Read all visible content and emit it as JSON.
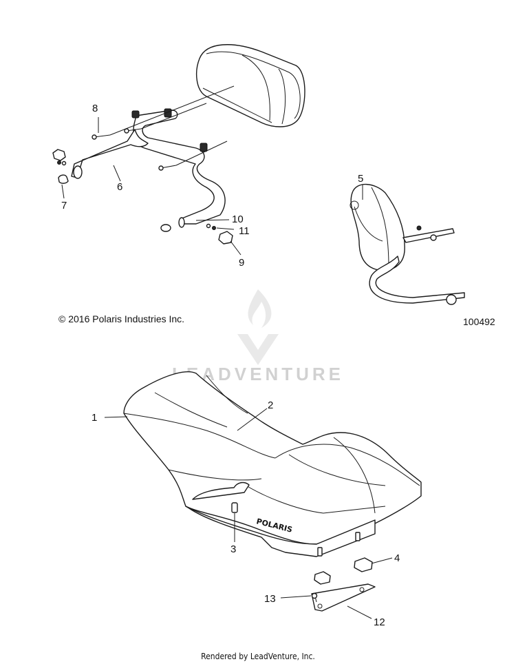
{
  "callouts": {
    "c1": "1",
    "c2": "2",
    "c3": "3",
    "c4": "4",
    "c5": "5",
    "c6": "6",
    "c7": "7",
    "c8": "8",
    "c9": "9",
    "c10": "10",
    "c11": "11",
    "c12": "12",
    "c13": "13"
  },
  "copyright": "© 2016 Polaris Industries Inc.",
  "figure_id": "100492",
  "watermark_text": "LEADVENTURE",
  "seal_brand": "POLARIS",
  "footer": "Rendered by LeadVenture, Inc."
}
